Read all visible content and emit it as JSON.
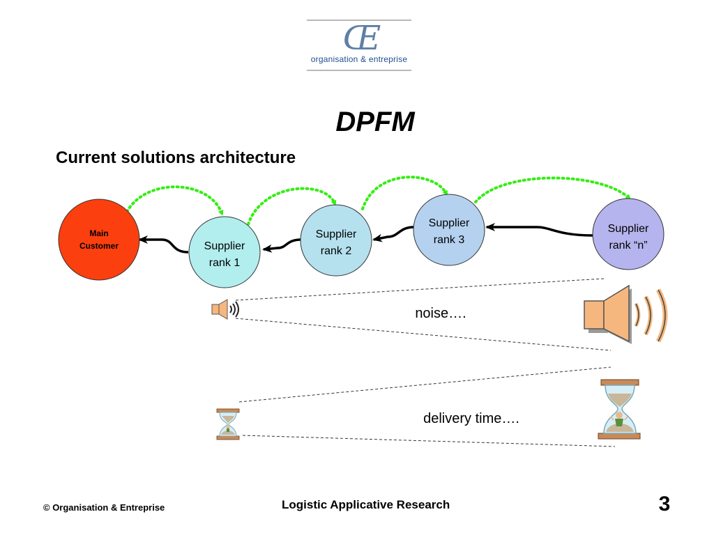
{
  "logo": {
    "mark": "Œ",
    "text": "organisation & entreprise"
  },
  "title": "DPFM",
  "subtitle": "Current solutions architecture",
  "nodes": [
    {
      "line1": "Main",
      "line2": "Customer",
      "fill": "#fb3f0e"
    },
    {
      "line1": "Supplier",
      "line2": "rank 1",
      "fill": "#b2eeee"
    },
    {
      "line1": "Supplier",
      "line2": "rank 2",
      "fill": "#b5e1ef"
    },
    {
      "line1": "Supplier",
      "line2": "rank 3",
      "fill": "#b4d2ef"
    },
    {
      "line1": "Supplier",
      "line2": "rank “n”",
      "fill": "#b6b4ee"
    }
  ],
  "colors": {
    "dotted_link": "#33ee11",
    "flow_arrow": "#000000",
    "speaker": "#f6b77e"
  },
  "labels": {
    "noise": "noise….",
    "delivery_time": "delivery time…."
  },
  "icons": {
    "speaker_small": "speaker-icon",
    "speaker_large": "speaker-icon",
    "hourglass_small": "hourglass-icon",
    "hourglass_large": "hourglass-icon"
  },
  "footer": {
    "copyright": "© Organisation & Entreprise",
    "center": "Logistic Applicative Research",
    "page_number": "3"
  }
}
